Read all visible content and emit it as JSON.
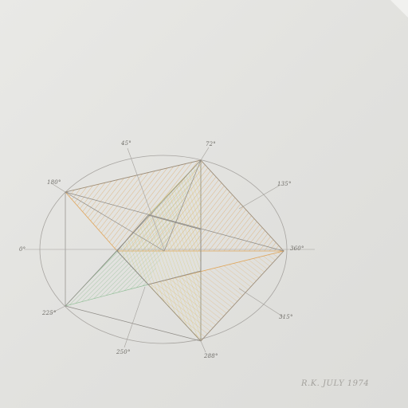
{
  "artwork": {
    "labels": {
      "a0": "0°",
      "a45": "45°",
      "a72": "72°",
      "a135": "135°",
      "a180": "180°",
      "a225": "225°",
      "a250": "250°",
      "a288": "288°",
      "a315": "315°",
      "a360": "360°"
    },
    "signature": "R.K. JULY 1974",
    "colors": {
      "paper": "#e6e6e3",
      "graphite": "#8e8b86",
      "orange": "#e0a65c",
      "green": "#9fc3a0",
      "yellow": "#e2d27a"
    }
  }
}
